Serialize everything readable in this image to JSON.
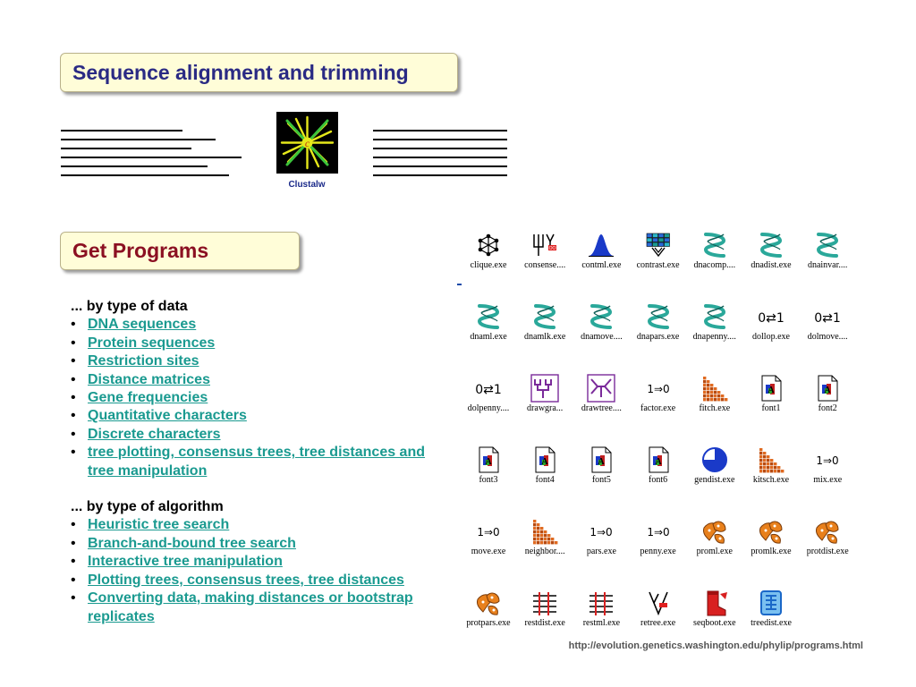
{
  "titles": {
    "alignment": "Sequence alignment and trimming",
    "programs": "Get Programs"
  },
  "clustal": {
    "label": "Clustalw",
    "logo_icon": "clustal-logo-icon"
  },
  "by_data": {
    "heading": "... by type of data",
    "items": [
      "DNA sequences",
      "Protein sequences",
      "Restriction sites",
      "Distance matrices",
      "Gene frequencies",
      "Quantitative characters",
      "Discrete characters",
      "tree plotting, consensus trees, tree distances and tree manipulation"
    ]
  },
  "by_algorithm": {
    "heading": "... by type of algorithm",
    "items": [
      "Heuristic tree search",
      "Branch-and-bound tree search",
      "Interactive tree manipulation",
      "Plotting trees, consensus trees, tree distances",
      "Converting data, making distances or bootstrap replicates"
    ]
  },
  "programs": [
    {
      "label": "clique.exe",
      "icon": "clique"
    },
    {
      "label": "consense....",
      "icon": "consense"
    },
    {
      "label": "contml.exe",
      "icon": "contml"
    },
    {
      "label": "contrast.exe",
      "icon": "contrast"
    },
    {
      "label": "dnacomp....",
      "icon": "dna"
    },
    {
      "label": "dnadist.exe",
      "icon": "dna"
    },
    {
      "label": "dnainvar....",
      "icon": "dna"
    },
    {
      "label": "dnaml.exe",
      "icon": "dna"
    },
    {
      "label": "dnamlk.exe",
      "icon": "dna"
    },
    {
      "label": "dnamove....",
      "icon": "dna"
    },
    {
      "label": "dnapars.exe",
      "icon": "dna"
    },
    {
      "label": "dnapenny....",
      "icon": "dna"
    },
    {
      "label": "dollop.exe",
      "icon": "dollo"
    },
    {
      "label": "dolmove....",
      "icon": "dollo"
    },
    {
      "label": "dolpenny....",
      "icon": "dollo"
    },
    {
      "label": "drawgra...",
      "icon": "drawgram"
    },
    {
      "label": "drawtree....",
      "icon": "drawtree"
    },
    {
      "label": "factor.exe",
      "icon": "mix"
    },
    {
      "label": "fitch.exe",
      "icon": "matrix"
    },
    {
      "label": "font1",
      "icon": "font"
    },
    {
      "label": "font2",
      "icon": "font"
    },
    {
      "label": "font3",
      "icon": "font"
    },
    {
      "label": "font4",
      "icon": "font"
    },
    {
      "label": "font5",
      "icon": "font"
    },
    {
      "label": "font6",
      "icon": "font"
    },
    {
      "label": "gendist.exe",
      "icon": "gendist"
    },
    {
      "label": "kitsch.exe",
      "icon": "matrix"
    },
    {
      "label": "mix.exe",
      "icon": "mix"
    },
    {
      "label": "move.exe",
      "icon": "mix"
    },
    {
      "label": "neighbor....",
      "icon": "matrix"
    },
    {
      "label": "pars.exe",
      "icon": "mix"
    },
    {
      "label": "penny.exe",
      "icon": "mix"
    },
    {
      "label": "proml.exe",
      "icon": "protein"
    },
    {
      "label": "promlk.exe",
      "icon": "protein"
    },
    {
      "label": "protdist.exe",
      "icon": "protein"
    },
    {
      "label": "protpars.exe",
      "icon": "protein"
    },
    {
      "label": "restdist.exe",
      "icon": "restrict"
    },
    {
      "label": "restml.exe",
      "icon": "restrict"
    },
    {
      "label": "retree.exe",
      "icon": "retree"
    },
    {
      "label": "seqboot.exe",
      "icon": "seqboot"
    },
    {
      "label": "treedist.exe",
      "icon": "treedist"
    }
  ],
  "icon_text": {
    "dollo": "0⇄1",
    "mix": "1⇒0"
  },
  "colors": {
    "dna_teal": "#2aa89a",
    "orange": "#e8801c",
    "brown": "#b84a10",
    "blue": "#1a3ac8",
    "purple": "#7a2a9a",
    "title_blue": "#2a2a84",
    "title_red": "#8b1022",
    "link_teal": "#1a9a90"
  },
  "source_url": "http://evolution.genetics.washington.edu/phylip/programs.html"
}
